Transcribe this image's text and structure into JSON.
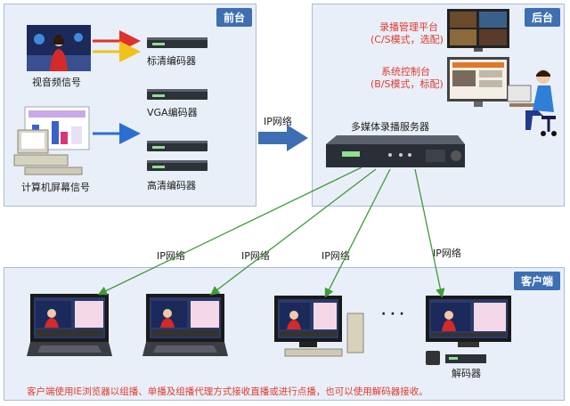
{
  "panels": {
    "front": {
      "tag": "前台"
    },
    "back": {
      "tag": "后台"
    },
    "client": {
      "tag": "客户端"
    }
  },
  "front": {
    "av_signal": "视音频信号",
    "screen_signal": "计算机屏幕信号",
    "encoders": {
      "sd": "标清编码器",
      "vga": "VGA编码器",
      "hd": "高清编码器"
    }
  },
  "back": {
    "record_platform": {
      "title": "录播管理平台",
      "mode": "(C/S模式，选配)"
    },
    "control_console": {
      "title": "系统控制台",
      "mode": "(B/S模式，标配)"
    },
    "server": "多媒体录播服务器"
  },
  "network_label": "IP网络",
  "client": {
    "decoder": "解码器",
    "note": "客户端使用IE浏览器以组播、单播及组播代理方式接收直播或进行点播，也可以使用解码器接收。",
    "ellipsis": "· · ·"
  },
  "colors": {
    "panel_bg": "#e9eff8",
    "tag_bg": "#3d6fb2",
    "arrow_red": "#e0322a",
    "arrow_yellow": "#f2c21a",
    "arrow_blue": "#2a6fcf",
    "arrow_green": "#3f9a3a",
    "note_red": "#e03a2f"
  },
  "icons": [
    "tv-studio-icon",
    "computer-icon",
    "encoder-icon",
    "server-icon",
    "monitor-icon",
    "laptop-icon",
    "operator-icon",
    "decoder-icon"
  ]
}
